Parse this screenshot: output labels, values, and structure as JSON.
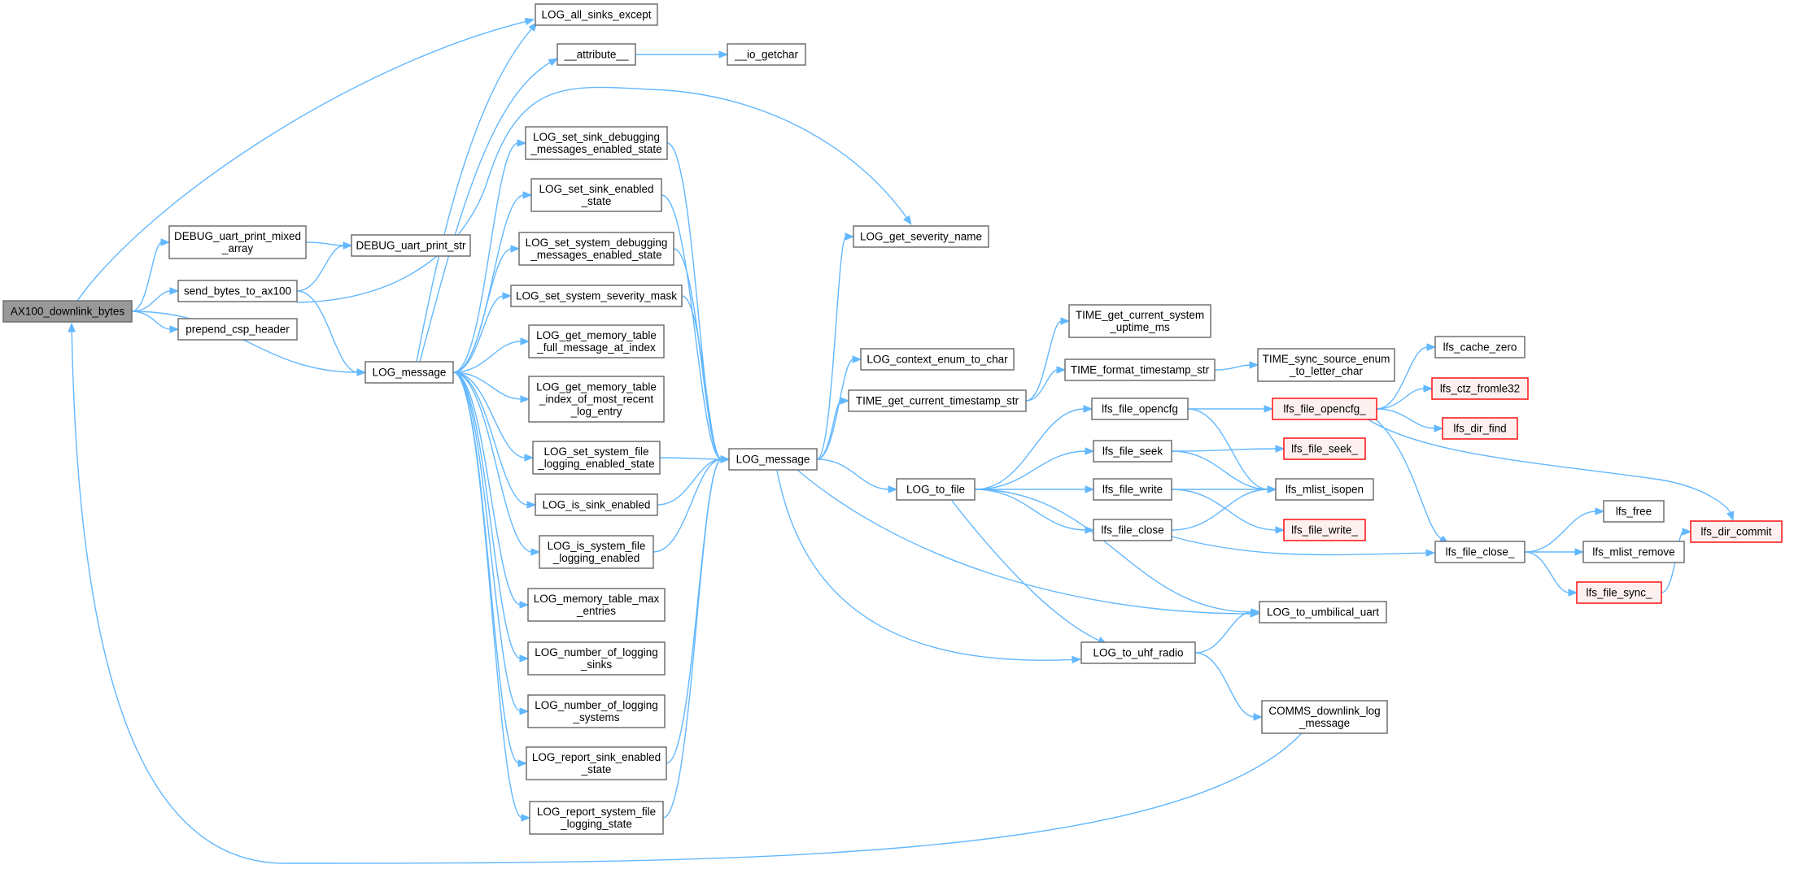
{
  "colors": {
    "edge": "#63b8ff",
    "node_fill": "#ffffff",
    "node_border": "#666666",
    "root_fill": "#999999",
    "truncated_fill": "#fff0f0",
    "truncated_border": "#ff0000"
  },
  "nodes": {
    "AX100_downlink_bytes": {
      "lines": [
        "AX100_downlink_bytes"
      ],
      "style": "root"
    },
    "LOG_all_sinks_except": {
      "lines": [
        "LOG_all_sinks_except"
      ],
      "style": "normal"
    },
    "__attribute__": {
      "lines": [
        "__attribute__"
      ],
      "style": "normal"
    },
    "__io_getchar": {
      "lines": [
        "__io_getchar"
      ],
      "style": "normal"
    },
    "DEBUG_uart_print_mixed_array": {
      "lines": [
        "DEBUG_uart_print_mixed",
        "_array"
      ],
      "style": "normal"
    },
    "DEBUG_uart_print_str": {
      "lines": [
        "DEBUG_uart_print_str"
      ],
      "style": "normal"
    },
    "send_bytes_to_ax100": {
      "lines": [
        "send_bytes_to_ax100"
      ],
      "style": "normal"
    },
    "prepend_csp_header": {
      "lines": [
        "prepend_csp_header"
      ],
      "style": "normal"
    },
    "LOG_message_1": {
      "lines": [
        "LOG_message"
      ],
      "style": "normal"
    },
    "LOG_set_sink_debugging": {
      "lines": [
        "LOG_set_sink_debugging",
        "_messages_enabled_state"
      ],
      "style": "normal"
    },
    "LOG_set_sink_enabled_state": {
      "lines": [
        "LOG_set_sink_enabled",
        "_state"
      ],
      "style": "normal"
    },
    "LOG_set_system_debugging": {
      "lines": [
        "LOG_set_system_debugging",
        "_messages_enabled_state"
      ],
      "style": "normal"
    },
    "LOG_set_system_severity_mask": {
      "lines": [
        "LOG_set_system_severity_mask"
      ],
      "style": "normal"
    },
    "LOG_get_memory_table_full": {
      "lines": [
        "LOG_get_memory_table",
        "_full_message_at_index"
      ],
      "style": "normal"
    },
    "LOG_get_memory_table_index": {
      "lines": [
        "LOG_get_memory_table",
        "_index_of_most_recent",
        "_log_entry"
      ],
      "style": "normal"
    },
    "LOG_set_system_file_logging": {
      "lines": [
        "LOG_set_system_file",
        "_logging_enabled_state"
      ],
      "style": "normal"
    },
    "LOG_is_sink_enabled": {
      "lines": [
        "LOG_is_sink_enabled"
      ],
      "style": "normal"
    },
    "LOG_is_system_file_logging": {
      "lines": [
        "LOG_is_system_file",
        "_logging_enabled"
      ],
      "style": "normal"
    },
    "LOG_memory_table_max": {
      "lines": [
        "LOG_memory_table_max",
        "_entries"
      ],
      "style": "normal"
    },
    "LOG_number_of_logging_sinks": {
      "lines": [
        "LOG_number_of_logging",
        "_sinks"
      ],
      "style": "normal"
    },
    "LOG_number_of_logging_systems": {
      "lines": [
        "LOG_number_of_logging",
        "_systems"
      ],
      "style": "normal"
    },
    "LOG_report_sink_enabled": {
      "lines": [
        "LOG_report_sink_enabled",
        "_state"
      ],
      "style": "normal"
    },
    "LOG_report_system_file": {
      "lines": [
        "LOG_report_system_file",
        "_logging_state"
      ],
      "style": "normal"
    },
    "LOG_get_severity_name": {
      "lines": [
        "LOG_get_severity_name"
      ],
      "style": "normal"
    },
    "LOG_context_enum_to_char": {
      "lines": [
        "LOG_context_enum_to_char"
      ],
      "style": "normal"
    },
    "TIME_get_current_timestamp_str": {
      "lines": [
        "TIME_get_current_timestamp_str"
      ],
      "style": "normal"
    },
    "LOG_message_2": {
      "lines": [
        "LOG_message"
      ],
      "style": "normal"
    },
    "TIME_get_current_system_uptime": {
      "lines": [
        "TIME_get_current_system",
        "_uptime_ms"
      ],
      "style": "normal"
    },
    "TIME_format_timestamp_str": {
      "lines": [
        "TIME_format_timestamp_str"
      ],
      "style": "normal"
    },
    "TIME_sync_source_enum": {
      "lines": [
        "TIME_sync_source_enum",
        "_to_letter_char"
      ],
      "style": "normal"
    },
    "LOG_to_file": {
      "lines": [
        "LOG_to_file"
      ],
      "style": "normal"
    },
    "lfs_file_opencfg": {
      "lines": [
        "lfs_file_opencfg"
      ],
      "style": "normal"
    },
    "lfs_file_seek": {
      "lines": [
        "lfs_file_seek"
      ],
      "style": "normal"
    },
    "lfs_file_write": {
      "lines": [
        "lfs_file_write"
      ],
      "style": "normal"
    },
    "lfs_file_close": {
      "lines": [
        "lfs_file_close"
      ],
      "style": "normal"
    },
    "LOG_to_uhf_radio": {
      "lines": [
        "LOG_to_uhf_radio"
      ],
      "style": "normal"
    },
    "LOG_to_umbilical_uart": {
      "lines": [
        "LOG_to_umbilical_uart"
      ],
      "style": "normal"
    },
    "COMMS_downlink_log_message": {
      "lines": [
        "COMMS_downlink_log",
        "_message"
      ],
      "style": "normal"
    },
    "lfs_file_opencfg_": {
      "lines": [
        "lfs_file_opencfg_"
      ],
      "style": "truncated"
    },
    "lfs_file_seek_": {
      "lines": [
        "lfs_file_seek_"
      ],
      "style": "truncated"
    },
    "lfs_mlist_isopen": {
      "lines": [
        "lfs_mlist_isopen"
      ],
      "style": "normal"
    },
    "lfs_file_write_": {
      "lines": [
        "lfs_file_write_"
      ],
      "style": "truncated"
    },
    "lfs_cache_zero": {
      "lines": [
        "lfs_cache_zero"
      ],
      "style": "normal"
    },
    "lfs_ctz_fromle32": {
      "lines": [
        "lfs_ctz_fromle32"
      ],
      "style": "truncated"
    },
    "lfs_dir_find": {
      "lines": [
        "lfs_dir_find"
      ],
      "style": "truncated"
    },
    "lfs_file_close_": {
      "lines": [
        "lfs_file_close_"
      ],
      "style": "normal"
    },
    "lfs_free": {
      "lines": [
        "lfs_free"
      ],
      "style": "normal"
    },
    "lfs_mlist_remove": {
      "lines": [
        "lfs_mlist_remove"
      ],
      "style": "normal"
    },
    "lfs_file_sync_": {
      "lines": [
        "lfs_file_sync_"
      ],
      "style": "truncated"
    },
    "lfs_dir_commit": {
      "lines": [
        "lfs_dir_commit"
      ],
      "style": "truncated"
    }
  },
  "edges": [
    [
      "AX100_downlink_bytes",
      "LOG_all_sinks_except"
    ],
    [
      "AX100_downlink_bytes",
      "DEBUG_uart_print_mixed_array"
    ],
    [
      "AX100_downlink_bytes",
      "send_bytes_to_ax100"
    ],
    [
      "AX100_downlink_bytes",
      "prepend_csp_header"
    ],
    [
      "AX100_downlink_bytes",
      "LOG_message_1"
    ],
    [
      "DEBUG_uart_print_mixed_array",
      "DEBUG_uart_print_str"
    ],
    [
      "send_bytes_to_ax100",
      "DEBUG_uart_print_str"
    ],
    [
      "send_bytes_to_ax100",
      "LOG_message_1"
    ],
    [
      "send_bytes_to_ax100",
      "LOG_get_severity_name"
    ],
    [
      "__attribute__",
      "__io_getchar"
    ],
    [
      "LOG_message_1",
      "LOG_all_sinks_except"
    ],
    [
      "LOG_message_1",
      "__attribute__"
    ],
    [
      "LOG_message_1",
      "LOG_set_sink_debugging"
    ],
    [
      "LOG_message_1",
      "LOG_set_sink_enabled_state"
    ],
    [
      "LOG_message_1",
      "LOG_set_system_debugging"
    ],
    [
      "LOG_message_1",
      "LOG_set_system_severity_mask"
    ],
    [
      "LOG_message_1",
      "LOG_get_memory_table_full"
    ],
    [
      "LOG_message_1",
      "LOG_get_memory_table_index"
    ],
    [
      "LOG_message_1",
      "LOG_set_system_file_logging"
    ],
    [
      "LOG_message_1",
      "LOG_is_sink_enabled"
    ],
    [
      "LOG_message_1",
      "LOG_is_system_file_logging"
    ],
    [
      "LOG_message_1",
      "LOG_memory_table_max"
    ],
    [
      "LOG_message_1",
      "LOG_number_of_logging_sinks"
    ],
    [
      "LOG_message_1",
      "LOG_number_of_logging_systems"
    ],
    [
      "LOG_message_1",
      "LOG_report_sink_enabled"
    ],
    [
      "LOG_message_1",
      "LOG_report_system_file"
    ],
    [
      "LOG_set_sink_debugging",
      "LOG_message_2"
    ],
    [
      "LOG_set_sink_enabled_state",
      "LOG_message_2"
    ],
    [
      "LOG_set_system_debugging",
      "LOG_message_2"
    ],
    [
      "LOG_set_system_severity_mask",
      "LOG_message_2"
    ],
    [
      "LOG_set_system_file_logging",
      "LOG_message_2"
    ],
    [
      "LOG_is_sink_enabled",
      "LOG_message_2"
    ],
    [
      "LOG_is_system_file_logging",
      "LOG_message_2"
    ],
    [
      "LOG_report_sink_enabled",
      "LOG_message_2"
    ],
    [
      "LOG_report_system_file",
      "LOG_message_2"
    ],
    [
      "LOG_message_2",
      "LOG_get_severity_name"
    ],
    [
      "LOG_message_2",
      "LOG_context_enum_to_char"
    ],
    [
      "LOG_message_2",
      "TIME_get_current_timestamp_str"
    ],
    [
      "LOG_message_2",
      "LOG_to_file"
    ],
    [
      "LOG_message_2",
      "LOG_to_umbilical_uart"
    ],
    [
      "LOG_message_2",
      "LOG_to_uhf_radio"
    ],
    [
      "TIME_get_current_timestamp_str",
      "TIME_get_current_system_uptime"
    ],
    [
      "TIME_get_current_timestamp_str",
      "TIME_format_timestamp_str"
    ],
    [
      "TIME_format_timestamp_str",
      "TIME_sync_source_enum"
    ],
    [
      "LOG_to_file",
      "lfs_file_opencfg"
    ],
    [
      "LOG_to_file",
      "lfs_file_seek"
    ],
    [
      "LOG_to_file",
      "lfs_file_write"
    ],
    [
      "LOG_to_file",
      "lfs_file_close"
    ],
    [
      "LOG_to_file",
      "LOG_to_umbilical_uart"
    ],
    [
      "LOG_to_file",
      "LOG_to_uhf_radio"
    ],
    [
      "lfs_file_opencfg",
      "lfs_file_opencfg_"
    ],
    [
      "lfs_file_opencfg",
      "lfs_mlist_isopen"
    ],
    [
      "lfs_file_seek",
      "lfs_file_seek_"
    ],
    [
      "lfs_file_seek",
      "lfs_mlist_isopen"
    ],
    [
      "lfs_file_write",
      "lfs_mlist_isopen"
    ],
    [
      "lfs_file_write",
      "lfs_file_write_"
    ],
    [
      "lfs_file_close",
      "lfs_mlist_isopen"
    ],
    [
      "lfs_file_close",
      "lfs_file_close_"
    ],
    [
      "lfs_file_opencfg_",
      "lfs_cache_zero"
    ],
    [
      "lfs_file_opencfg_",
      "lfs_ctz_fromle32"
    ],
    [
      "lfs_file_opencfg_",
      "lfs_dir_find"
    ],
    [
      "lfs_file_opencfg_",
      "lfs_file_close_"
    ],
    [
      "lfs_file_opencfg_",
      "lfs_dir_commit"
    ],
    [
      "lfs_file_close_",
      "lfs_free"
    ],
    [
      "lfs_file_close_",
      "lfs_mlist_remove"
    ],
    [
      "lfs_file_close_",
      "lfs_file_sync_"
    ],
    [
      "lfs_file_sync_",
      "lfs_dir_commit"
    ],
    [
      "LOG_to_uhf_radio",
      "LOG_to_umbilical_uart"
    ],
    [
      "LOG_to_uhf_radio",
      "COMMS_downlink_log_message"
    ],
    [
      "COMMS_downlink_log_message",
      "AX100_downlink_bytes"
    ]
  ]
}
